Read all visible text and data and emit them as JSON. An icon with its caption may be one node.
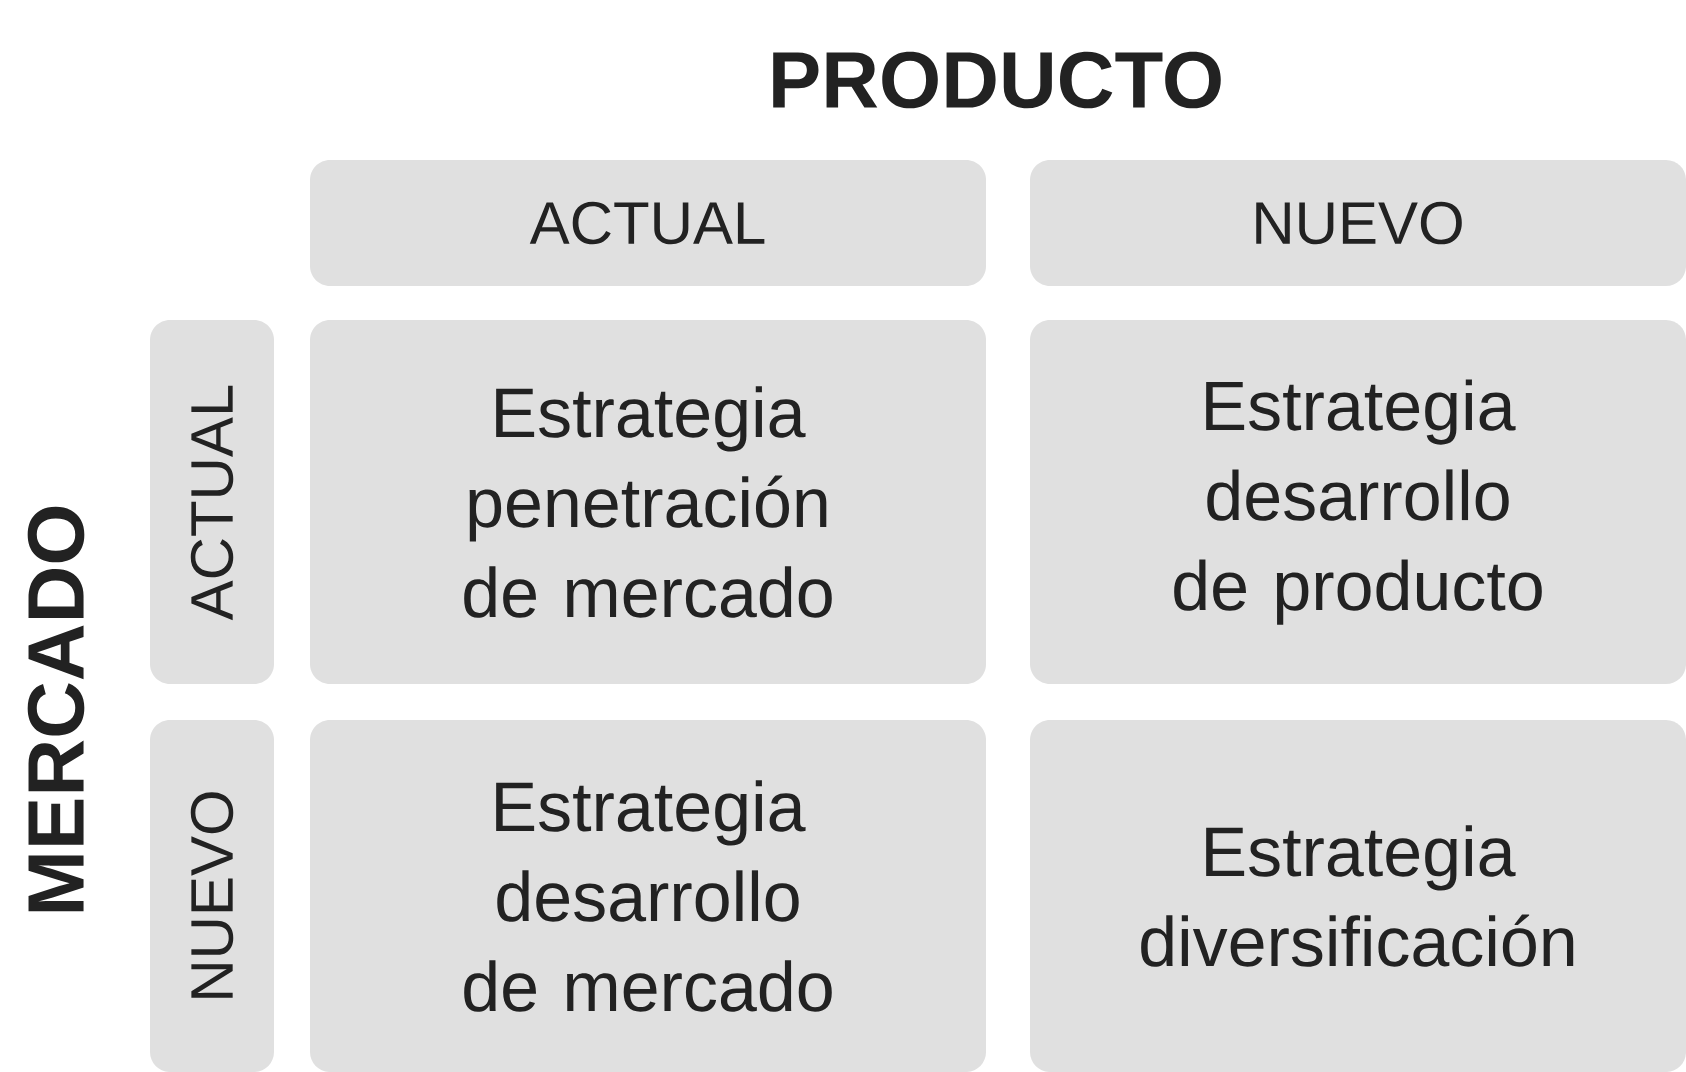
{
  "diagram": {
    "nodes": [
      {
        "text": [
          "ACTUAL"
        ]
      },
      {
        "text": [
          "NUEVO"
        ]
      },
      {
        "text": [
          "ACTUAL"
        ]
      },
      {
        "text": [
          "NUEVO"
        ]
      },
      {
        "text": [
          "Estrategia penetración de mercado"
        ]
      },
      {
        "text": [
          "Estrategia desarrollo de producto"
        ]
      },
      {
        "text": [
          "Estrategia desarrollo de mercado"
        ]
      },
      {
        "text": [
          "Estrategia diversificación"
        ]
      }
    ],
    "labels": [
      "PRODUCTO",
      "MERCADO"
    ]
  }
}
